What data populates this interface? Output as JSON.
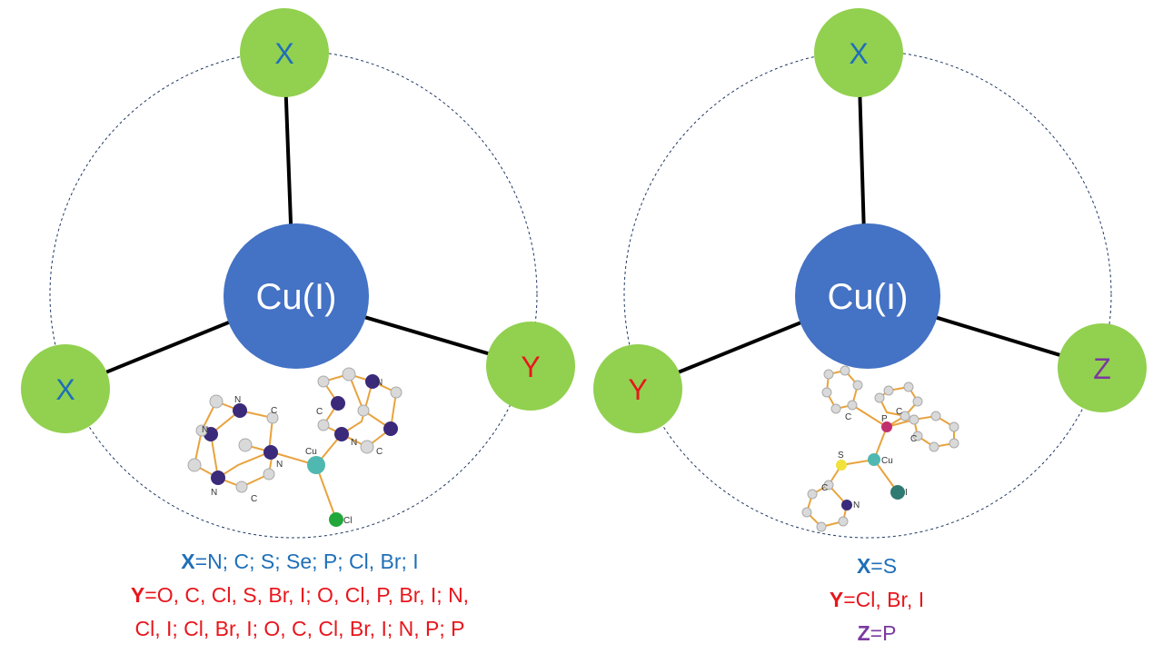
{
  "colors": {
    "center": "#4472c4",
    "ligand": "#92d050",
    "bond": "#000000",
    "ring": "#1f3864",
    "x_label": "#1f6fb8",
    "y_label": "#e8161c",
    "z_label": "#7a3aa0",
    "mol_bond": "#e8a33d",
    "mol_atom_c": "#d9d9d9",
    "mol_atom_n": "#3b2a7a",
    "mol_atom_cu": "#4fb8b0",
    "mol_atom_cl": "#22a83a",
    "mol_atom_s": "#f0e23a",
    "mol_atom_p": "#c0306e",
    "mol_atom_i": "#2f7a72"
  },
  "left": {
    "center_label": "Cu(I)",
    "ligand_top": "X",
    "ligand_left": "X",
    "ligand_right": "Y",
    "molecule_labels": {
      "n1": "N",
      "n2": "N",
      "n3": "N",
      "n4": "N",
      "n5": "N",
      "n6": "N",
      "c1": "C",
      "c2": "C",
      "c3": "C",
      "c4": "C",
      "cu": "Cu",
      "cl": "Cl"
    },
    "caption": {
      "x_key": "X",
      "x_value": "=N; C; S; Se; P; Cl, Br; I",
      "y_key": "Y",
      "y_value_line1": "=O, C, Cl, S, Br, I; O, Cl, P, Br, I; N,",
      "y_value_line2": "Cl, I; Cl, Br, I; O, C, Cl, Br, I; N, P; P"
    }
  },
  "right": {
    "center_label": "Cu(I)",
    "ligand_top": "X",
    "ligand_left": "Y",
    "ligand_right": "Z",
    "molecule_labels": {
      "p": "P",
      "c1": "C",
      "c2": "C",
      "c3": "C",
      "s": "S",
      "cu": "Cu",
      "i": "I",
      "n": "N",
      "c4": "C"
    },
    "caption": {
      "x_key": "X",
      "x_value": "=S",
      "y_key": "Y",
      "y_value": "=Cl, Br, I",
      "z_key": "Z",
      "z_value": "=P"
    }
  }
}
